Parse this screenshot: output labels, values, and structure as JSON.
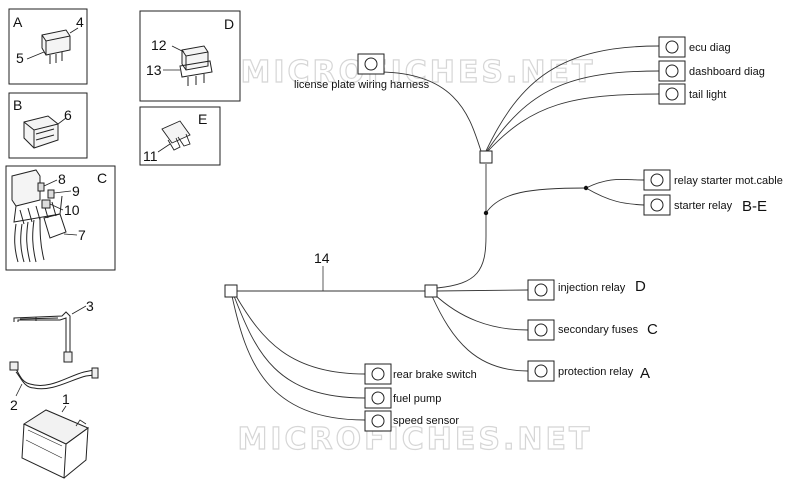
{
  "watermark": "MICROFICHES.NET",
  "panels": {
    "A": {
      "letter": "A",
      "items": [
        "4",
        "5"
      ]
    },
    "B": {
      "letter": "B",
      "items": [
        "6"
      ]
    },
    "C": {
      "letter": "C",
      "items": [
        "8",
        "9",
        "10",
        "7"
      ]
    },
    "D": {
      "letter": "D",
      "items": [
        "12",
        "13"
      ]
    },
    "E": {
      "letter": "E",
      "items": [
        "11"
      ]
    }
  },
  "loose_parts": [
    "3",
    "2",
    "1"
  ],
  "harness": {
    "main_label": "14",
    "license_plate": "license plate wiring harness",
    "connectors": {
      "ecu_diag": "ecu diag",
      "dashboard_diag": "dashboard diag",
      "tail_light": "tail light",
      "relay_starter_mot_cable": "relay starter mot.cable",
      "starter_relay": "starter relay",
      "starter_relay_ref": "B-E",
      "injection_relay": "injection relay",
      "injection_relay_ref": "D",
      "secondary_fuses": "secondary fuses",
      "secondary_fuses_ref": "C",
      "protection_relay": "protection relay",
      "protection_relay_ref": "A",
      "rear_brake_switch": "rear brake switch",
      "fuel_pump": "fuel pump",
      "speed_sensor": "speed sensor"
    }
  }
}
